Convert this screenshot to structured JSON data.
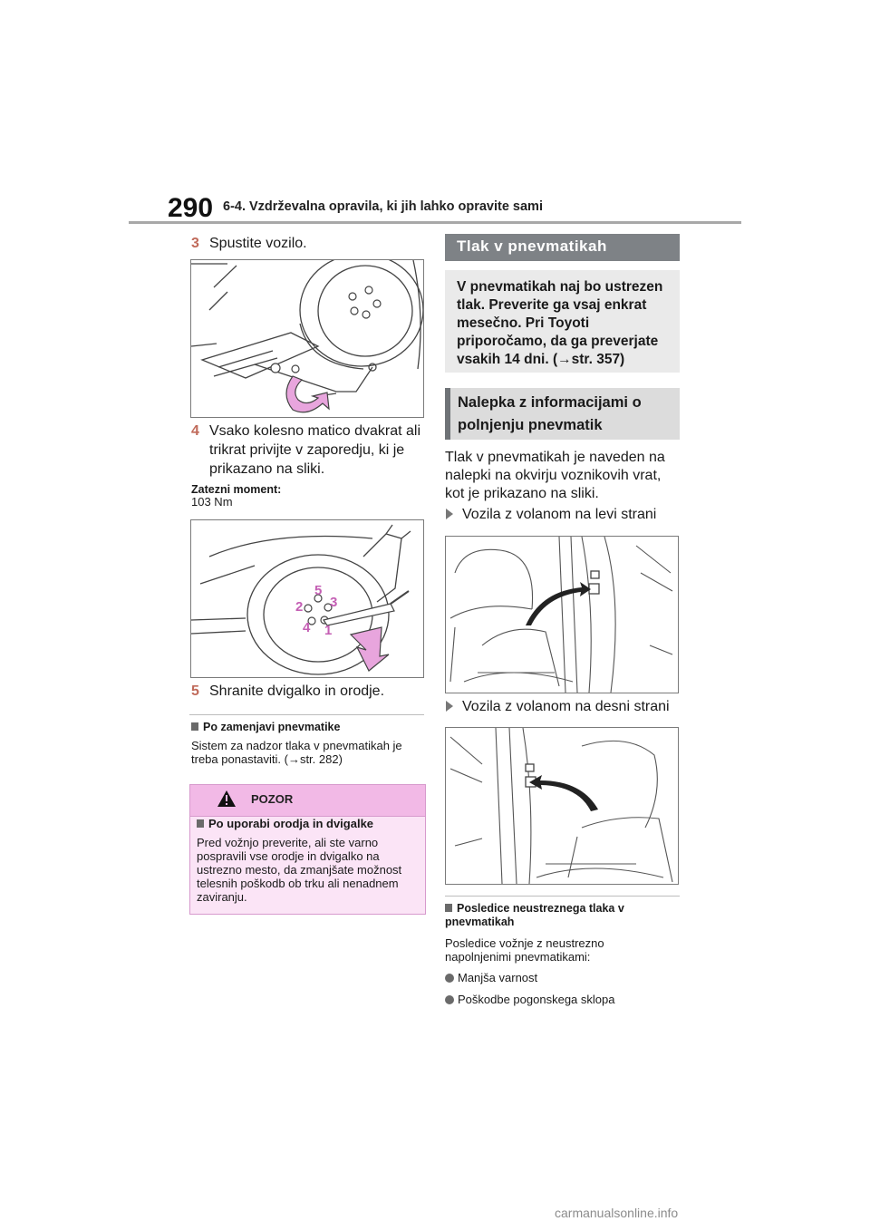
{
  "header": {
    "page_number": "290",
    "chapter_title": "6-4. Vzdrževalna opravila, ki jih lahko opravite sami"
  },
  "left": {
    "step3": {
      "num": "3",
      "text": "Spustite vozilo."
    },
    "step4": {
      "num": "4",
      "text": "Vsako kolesno matico dvakrat ali trikrat privijte v zaporedju, ki je prikazano na sliki."
    },
    "torque_label": "Zatezni moment:",
    "torque_value": "103 Nm",
    "step5": {
      "num": "5",
      "text": "Shranite dvigalko in orodje."
    },
    "fig2_numbers": [
      "1",
      "2",
      "3",
      "4",
      "5"
    ],
    "after_change": {
      "title": "Po zamenjavi pnevmatike",
      "text": "Sistem za nadzor tlaka v pnevmatikah je treba ponastaviti. (→str. 282)"
    },
    "caution": {
      "title": "POZOR",
      "subtitle": "Po uporabi orodja in dvigalke",
      "text": "Pred vožnjo preverite, ali ste varno pospravili vse orodje in dvigalko na ustrezno mesto, da zmanjšate možnost telesnih poškodb ob trku ali nenadnem zaviranju."
    }
  },
  "right": {
    "section_title": "Tlak v pnevmatikah",
    "intro": "V pnevmatikah naj bo ustrezen tlak. Preverite ga vsaj enkrat mesečno. Pri Toyoti priporočamo, da ga preverjate vsakih 14 dni. (→str. 357)",
    "subsection_title": "Nalepka z informacijami o polnjenju pnevmatik",
    "body": "Tlak v pnevmatikah je naveden na nalepki na okvirju voznikovih vrat, kot je prikazano na sliki.",
    "lhd_label": "Vozila z volanom na levi strani",
    "rhd_label": "Vozila z volanom na desni strani",
    "consequences": {
      "title": "Posledice neustreznega tlaka v pnevmatikah",
      "text": "Posledice vožnje z neustrezno napolnjenimi pnevmatikami:",
      "items": [
        "Manjša varnost",
        "Poškodbe pogonskega sklopa"
      ]
    }
  },
  "watermark": "carmanualsonline.info",
  "colors": {
    "step_number": "#c06a5a",
    "caution_bg": "#fbe4f6",
    "caution_head": "#f2b9e6",
    "banner": "#7e8286",
    "arrow_pink": "#e8a5dd"
  },
  "icons": [
    "warning-triangle-icon",
    "triangle-bullet-icon",
    "square-bullet-icon",
    "round-bullet-icon"
  ]
}
